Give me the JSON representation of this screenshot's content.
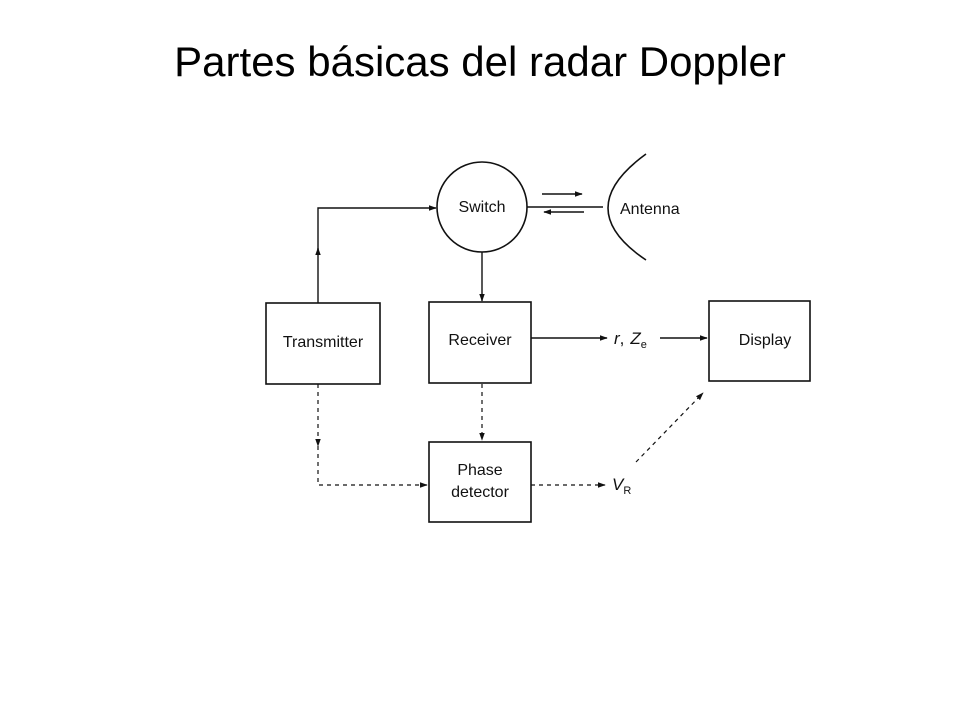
{
  "title": "Partes básicas del radar Doppler",
  "diagram": {
    "switch": "Switch",
    "antenna": "Antenna",
    "transmitter": "Transmitter",
    "receiver": "Receiver",
    "display": "Display",
    "phase_detector_line1": "Phase",
    "phase_detector_line2": "detector",
    "outputs": {
      "range_symbol": "r",
      "range_separator": ",",
      "reflectivity_symbol": "Z",
      "reflectivity_subscript": "e",
      "velocity_symbol": "V",
      "velocity_subscript": "R"
    }
  }
}
